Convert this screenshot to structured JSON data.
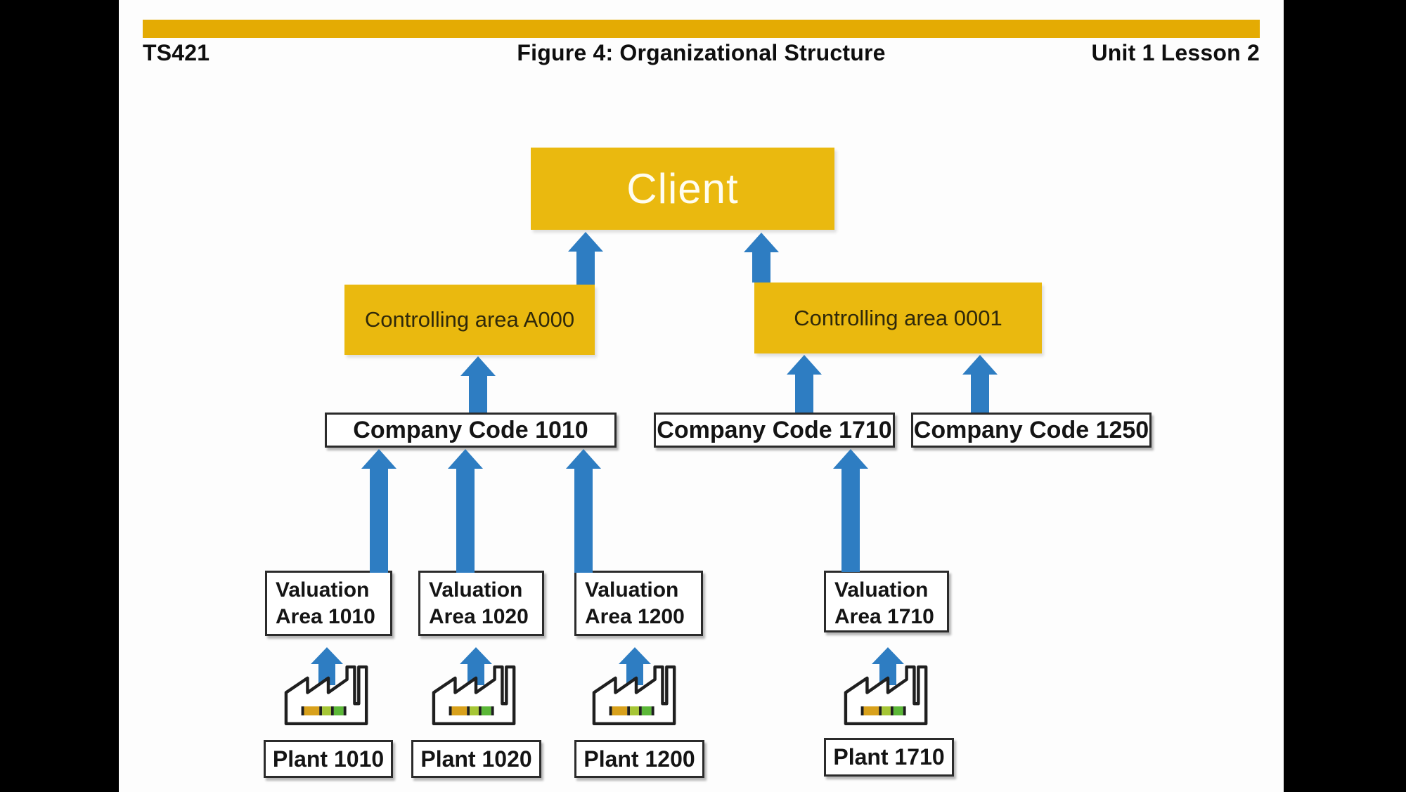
{
  "header": {
    "course_code": "TS421",
    "figure_title": "Figure 4: Organizational Structure",
    "lesson": "Unit 1 Lesson 2"
  },
  "colors": {
    "gold_bar": "#e4ab03",
    "gold_box": "#eab90f",
    "arrow_blue": "#2e7dc2",
    "box_border": "#2b2b2b",
    "client_text": "#fffdf0",
    "controlling_text": "#30290a",
    "bar_amber": "#d8a11c",
    "bar_yellow_green": "#a6c636",
    "bar_green": "#5cb838",
    "bar_divider": "#1f1f1f"
  },
  "diagram": {
    "client": {
      "label": "Client"
    },
    "controlling_areas": [
      {
        "label": "Controlling area A000"
      },
      {
        "label": "Controlling area 0001"
      }
    ],
    "company_codes": [
      {
        "label": "Company Code 1010"
      },
      {
        "label": "Company Code 1710"
      },
      {
        "label": "Company Code 1250"
      }
    ],
    "valuation_areas": [
      {
        "label": "Valuation\nArea 1010"
      },
      {
        "label": "Valuation\nArea 1020"
      },
      {
        "label": "Valuation\nArea 1200"
      },
      {
        "label": "Valuation\nArea 1710"
      }
    ],
    "plants": [
      {
        "label": "Plant 1010"
      },
      {
        "label": "Plant 1020"
      },
      {
        "label": "Plant 1200"
      },
      {
        "label": "Plant 1710"
      }
    ]
  }
}
